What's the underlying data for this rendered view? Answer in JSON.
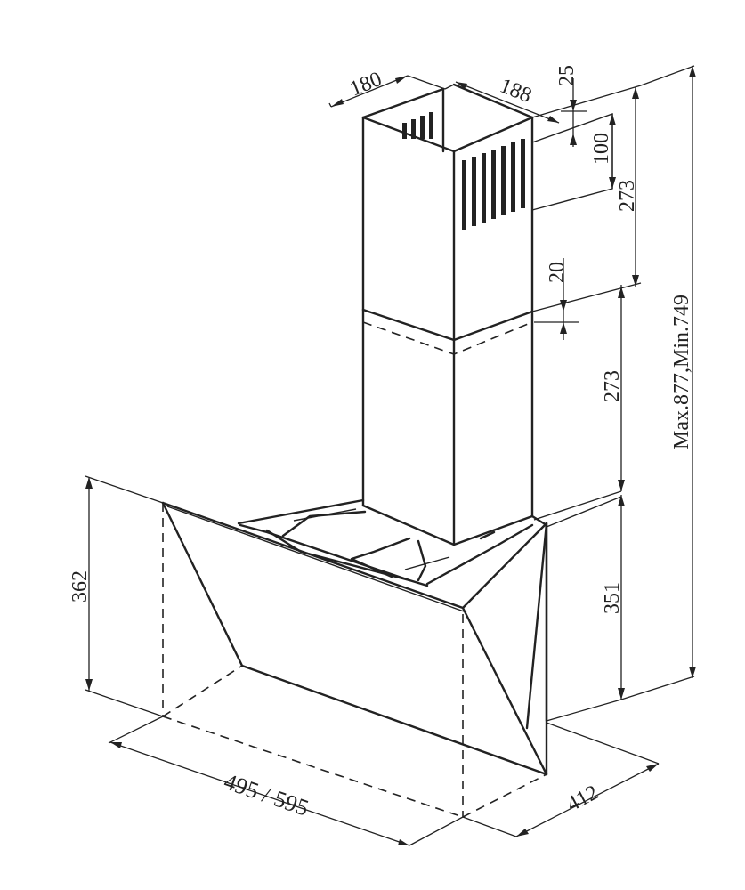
{
  "dimensions": {
    "chimney_depth": "180",
    "chimney_width": "188",
    "top_offset": "25",
    "outlet_height": "100",
    "upper_chimney_height": "273",
    "overlap": "20",
    "lower_chimney_height": "273",
    "hood_body_height": "351",
    "total_height": "Max.877,Min.749",
    "glass_height": "362",
    "width": "495 / 595",
    "depth": "412"
  }
}
